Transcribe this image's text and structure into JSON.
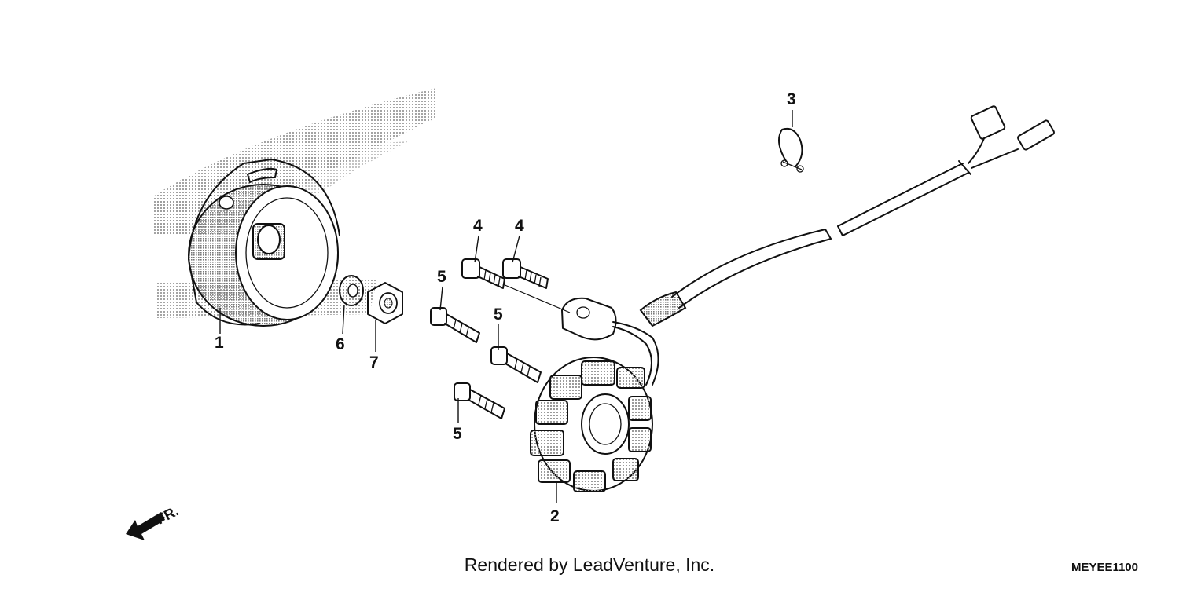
{
  "callouts": {
    "c1": "1",
    "c2": "2",
    "c3": "3",
    "c4a": "4",
    "c4b": "4",
    "c5a": "5",
    "c5b": "5",
    "c5c": "5",
    "c6": "6",
    "c7": "7"
  },
  "front_marker": "FR.",
  "footer": {
    "credit": "Rendered by LeadVenture, Inc.",
    "diagram_code": "MEYEE1100"
  },
  "colors": {
    "line": "#111111",
    "background": "#ffffff",
    "shading": "#b8b8b8"
  }
}
